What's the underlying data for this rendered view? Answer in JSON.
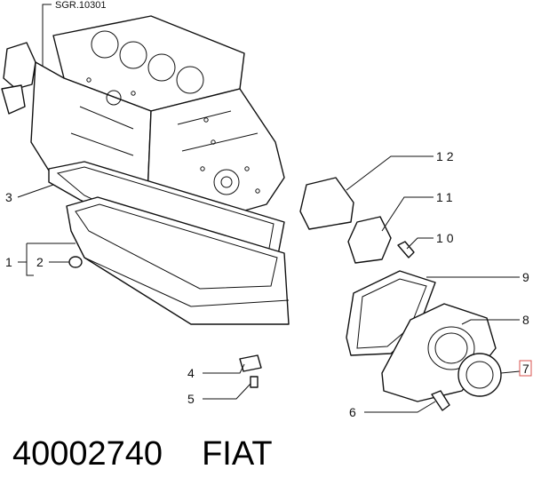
{
  "diagram": {
    "reference_code": "SGR.10301",
    "callouts": {
      "c1": "1",
      "c2": "2",
      "c3": "3",
      "c4": "4",
      "c5": "5",
      "c6": "6",
      "c7": "7",
      "c8": "8",
      "c9": "9",
      "c10": "10",
      "c11": "11",
      "c12": "12"
    },
    "highlight_color": "#d9534f"
  },
  "caption": {
    "part_number": "40002740",
    "brand": "FIAT"
  }
}
